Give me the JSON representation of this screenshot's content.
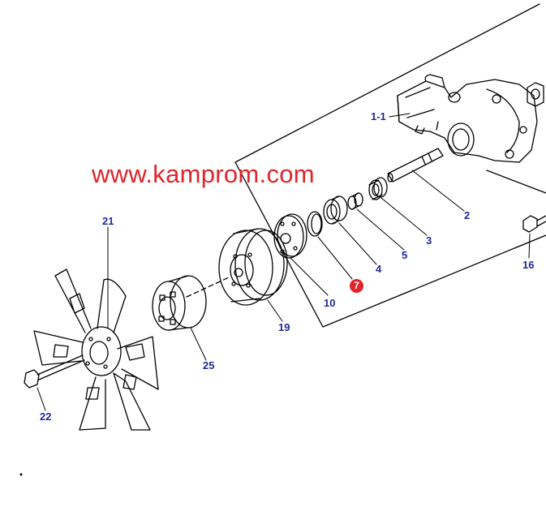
{
  "watermark": "www.kamprom.com",
  "highlighted_part": "7",
  "part_labels": {
    "p1_1": "1-1",
    "p2": "2",
    "p3": "3",
    "p4": "4",
    "p5": "5",
    "p10": "10",
    "p16": "16",
    "p19": "19",
    "p21": "21",
    "p22": "22",
    "p25": "25"
  },
  "colors": {
    "line": "#000000",
    "label": "#1f2a99",
    "watermark": "#e0242a",
    "highlight": "#e0242a"
  }
}
